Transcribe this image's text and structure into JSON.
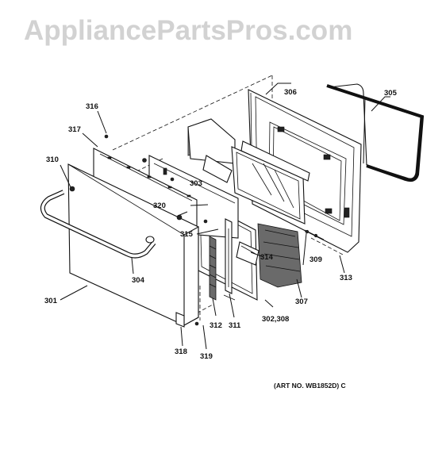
{
  "watermark": "AppliancePartsPros.com",
  "art_number": "(ART NO. WB1852D) C",
  "callouts": {
    "c301": "301",
    "c302_308": "302,308",
    "c303": "303",
    "c304": "304",
    "c305": "305",
    "c306": "306",
    "c307": "307",
    "c309": "309",
    "c310": "310",
    "c311": "311",
    "c312": "312",
    "c313": "313",
    "c314": "314",
    "c315": "315",
    "c316": "316",
    "c317": "317",
    "c318": "318",
    "c319": "319",
    "c320": "320"
  }
}
